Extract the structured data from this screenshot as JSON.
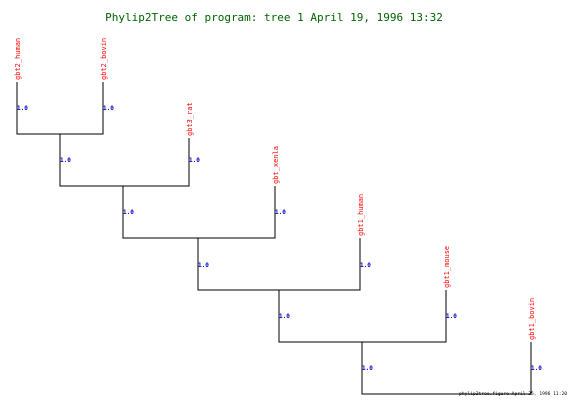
{
  "title": "Phylip2Tree of program:  tree 1  April 19, 1996 13:32",
  "footer": "phylip2tree.figure  April 25, 1996 11:20",
  "colors": {
    "title": "#006400",
    "leaf_label": "#ff0000",
    "branch_length": "#0000cd",
    "branch": "#000000"
  },
  "leaves": [
    {
      "name": "gbt2_human"
    },
    {
      "name": "gbt2_bovin"
    },
    {
      "name": "gbt3_rat"
    },
    {
      "name": "gbt_xenla"
    },
    {
      "name": "gbt1_human"
    },
    {
      "name": "gbt1_mouse"
    },
    {
      "name": "gbt1_bovin"
    }
  ],
  "branch_lengths": [
    "1.0",
    "1.0",
    "1.0",
    "1.0",
    "1.0",
    "1.0",
    "1.0",
    "1.0",
    "1.0",
    "1.0",
    "1.0",
    "1.0"
  ]
}
